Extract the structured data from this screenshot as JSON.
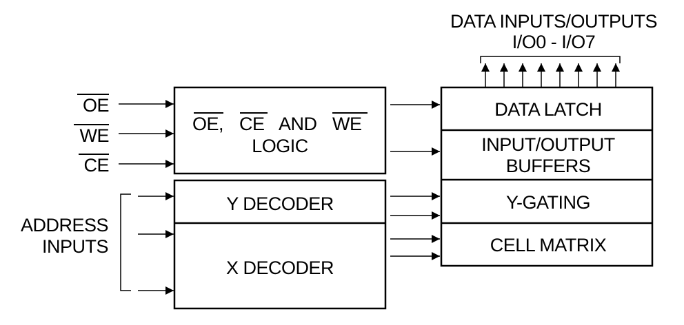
{
  "header": {
    "title_line1": "DATA  INPUTS/OUTPUTS",
    "title_line2": "I/O0  -  I/O7"
  },
  "inputs": {
    "oe": "OE",
    "we": "WE",
    "ce": "CE",
    "address_line1": "ADDRESS",
    "address_line2": "INPUTS"
  },
  "blocks": {
    "logic": {
      "oe": "OE,",
      "ce": "CE",
      "and": "AND",
      "we": "WE",
      "line2": "LOGIC"
    },
    "y_decoder": "Y  DECODER",
    "x_decoder": "X  DECODER",
    "data_latch": "DATA  LATCH",
    "io_buffers_line1": "INPUT/OUTPUT",
    "io_buffers_line2": "BUFFERS",
    "y_gating": "Y-GATING",
    "cell_matrix": "CELL  MATRIX"
  }
}
